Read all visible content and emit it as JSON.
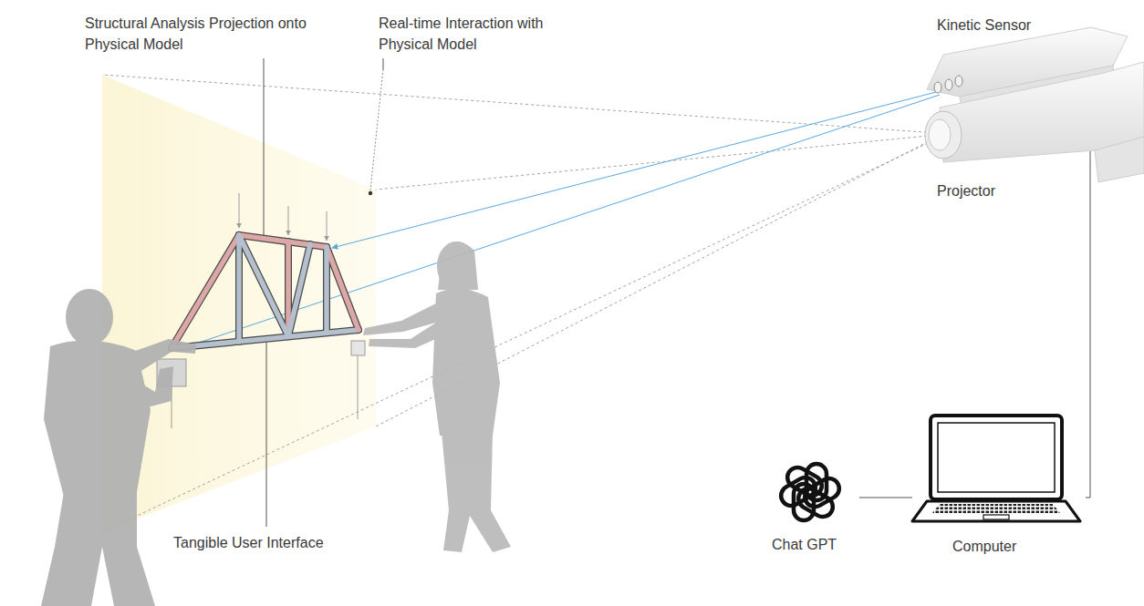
{
  "diagram": {
    "nodes": [
      {
        "text": [
          "Kinetic Sensor",
          "Projector"
        ]
      },
      {
        "text": [
          "Chat GPT"
        ]
      },
      {
        "text": [
          "Computer"
        ]
      }
    ],
    "edges": [
      {
        "from": 1,
        "to": 2,
        "arrow": "none"
      },
      {
        "from": 2,
        "to": 0,
        "arrow": "none"
      }
    ],
    "labels": [
      "Structural Analysis Projection onto Physical Model",
      "Real-time Interaction with Physical Model",
      "Tangible User Interface"
    ]
  }
}
